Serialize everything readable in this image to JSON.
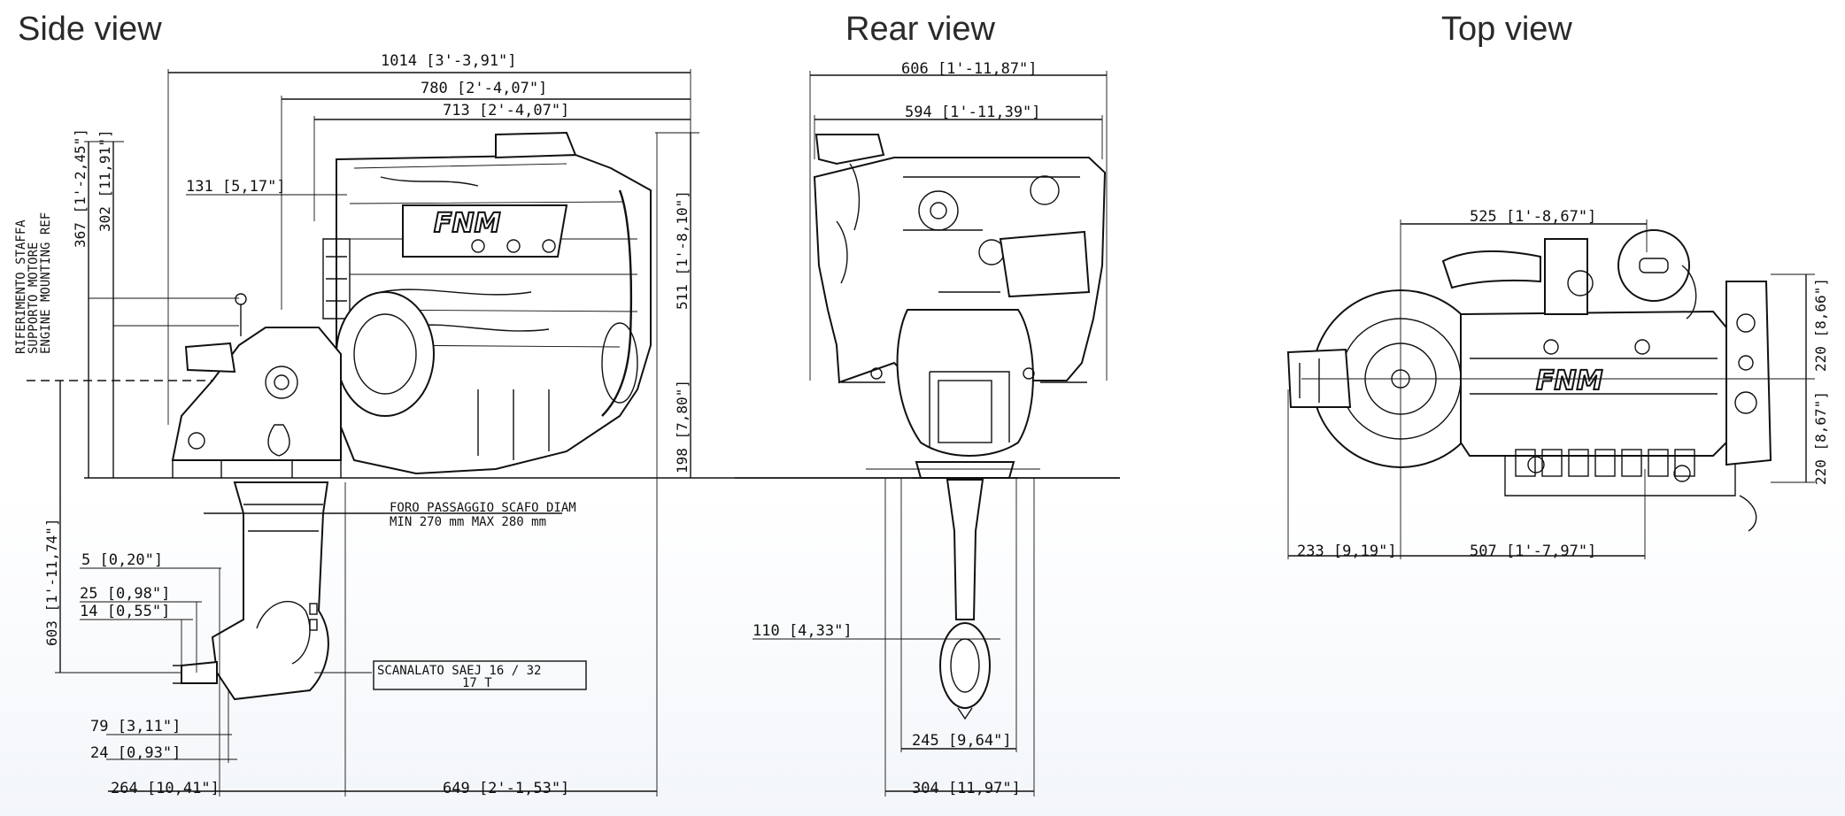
{
  "views": {
    "side": {
      "title": "Side view",
      "dims": {
        "overall_length": "1014 [3'-3,91\"]",
        "length_2": "780 [2'-4,07\"]",
        "length_3": "713 [2'-4,07\"]",
        "front_offset": "131 [5,17\"]",
        "height_upper": "511 [1'-8,10\"]",
        "height_lower": "198 [7,80\"]",
        "left_367": "367 [1'-2,45\"]",
        "left_302": "302 [11,91\"]",
        "left_603": "603 [1'-11,74\"]",
        "small_5": "5 [0,20\"]",
        "small_25": "25 [0,98\"]",
        "small_14": "14 [0,55\"]",
        "small_79": "79 [3,11\"]",
        "small_24": "24 [0,93\"]",
        "bottom_264": "264 [10,41\"]",
        "bottom_649": "649 [2'-1,53\"]"
      },
      "ref_label_lines": [
        "RIFERIMENTO STAFFA",
        "SUPPORTO MOTORE",
        "ENGINE MOUNTING REF"
      ],
      "hull_note_lines": [
        "FORO PASSAGGIO SCAFO DIAM",
        "MIN 270 mm MAX 280 mm"
      ],
      "spline_note_lines": [
        "SCANALATO   SAEJ 16 / 32",
        "17 T"
      ],
      "logo": "FNM"
    },
    "rear": {
      "title": "Rear view",
      "dims": {
        "width_606": "606 [1'-11,87\"]",
        "width_594": "594 [1'-11,39\"]",
        "prop_110": "110 [4,33\"]",
        "base_245": "245 [9,64\"]",
        "base_304": "304 [11,97\"]"
      }
    },
    "top": {
      "title": "Top view",
      "dims": {
        "width_525": "525 [1'-8,67\"]",
        "right_upper": "220 [8,66\"]",
        "right_lower": "220 [8,67\"]",
        "bottom_233": "233 [9,19\"]",
        "bottom_507": "507 [1'-7,97\"]"
      },
      "logo": "FNM"
    }
  }
}
